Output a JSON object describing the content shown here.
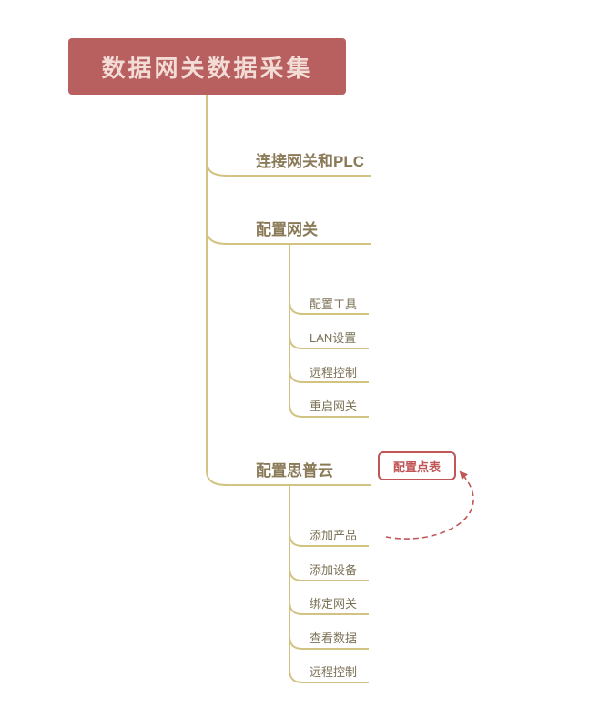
{
  "title": "数据网关数据采集",
  "branches": [
    {
      "label": "连接网关和PLC",
      "children": []
    },
    {
      "label": "配置网关",
      "children": [
        "配置工具",
        "LAN设置",
        "远程控制",
        "重启网关"
      ]
    },
    {
      "label": "配置思普云",
      "children": [
        "添加产品",
        "添加设备",
        "绑定网关",
        "查看数据",
        "远程控制"
      ]
    }
  ],
  "floating_topic": {
    "label": "配置点表"
  },
  "colors": {
    "root_bg": "#b85f5f",
    "root_text": "#f3dcd6",
    "branch_line": "#d3c383",
    "topic_text": "#8a7a58",
    "subtopic_text": "#7c7257",
    "accent_red": "#c05656"
  }
}
